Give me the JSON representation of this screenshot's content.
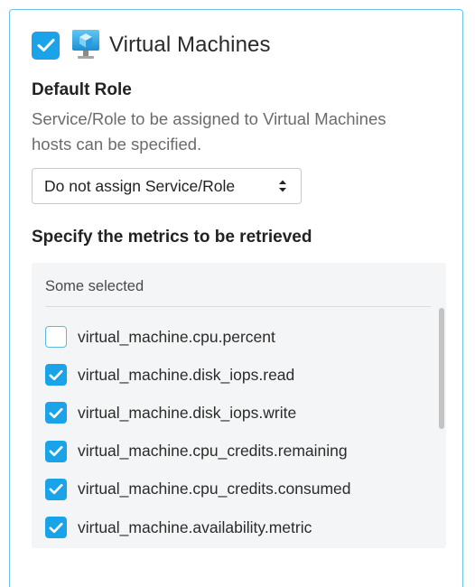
{
  "header": {
    "title": "Virtual Machines",
    "enabled": true
  },
  "default_role": {
    "label": "Default Role",
    "description": "Service/Role to be assigned to Virtual Machines hosts can be specified.",
    "select_value": "Do not assign Service/Role"
  },
  "metrics": {
    "label": "Specify the metrics to be retrieved",
    "summary": "Some selected",
    "items": [
      {
        "name": "virtual_machine.cpu.percent",
        "checked": false
      },
      {
        "name": "virtual_machine.disk_iops.read",
        "checked": true
      },
      {
        "name": "virtual_machine.disk_iops.write",
        "checked": true
      },
      {
        "name": "virtual_machine.cpu_credits.remaining",
        "checked": true
      },
      {
        "name": "virtual_machine.cpu_credits.consumed",
        "checked": true
      },
      {
        "name": "virtual_machine.availability.metric",
        "checked": true
      }
    ]
  },
  "colors": {
    "accent": "#1aa3e8",
    "card_border": "#6cc3ea",
    "muted_text": "#6b6b6b",
    "list_background": "#f4f5f6"
  },
  "icons": {
    "header_checkbox": "checkmark-icon",
    "service": "virtual-machine-monitor-icon",
    "select": "up-down-arrows-icon"
  }
}
